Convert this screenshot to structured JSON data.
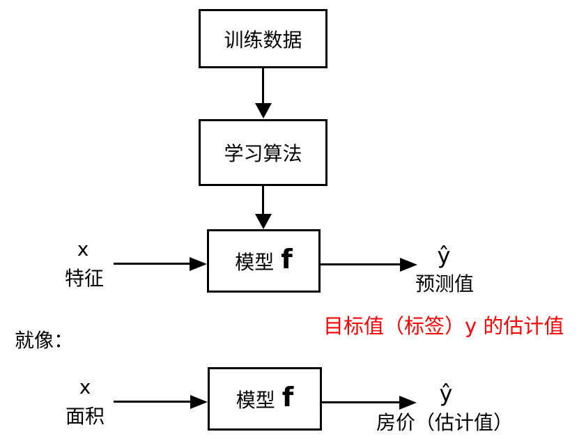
{
  "diagram": {
    "boxes": {
      "training_data": "训练数据",
      "learning_algorithm": "学习算法",
      "model": "模型",
      "model_f": "f"
    },
    "flow": {
      "input_symbol": "x",
      "input_label": "特征",
      "output_symbol": "ŷ",
      "output_label": "预测值",
      "note": "目标值（标签）y 的估计值"
    },
    "analogy": {
      "lead_in": "就像：",
      "input_symbol": "x",
      "input_label": "面积",
      "output_symbol": "ŷ",
      "output_label": "房价（估计值）"
    },
    "colors": {
      "note_color": "#ff0000",
      "line_color": "#000000",
      "background": "#ffffff"
    }
  }
}
